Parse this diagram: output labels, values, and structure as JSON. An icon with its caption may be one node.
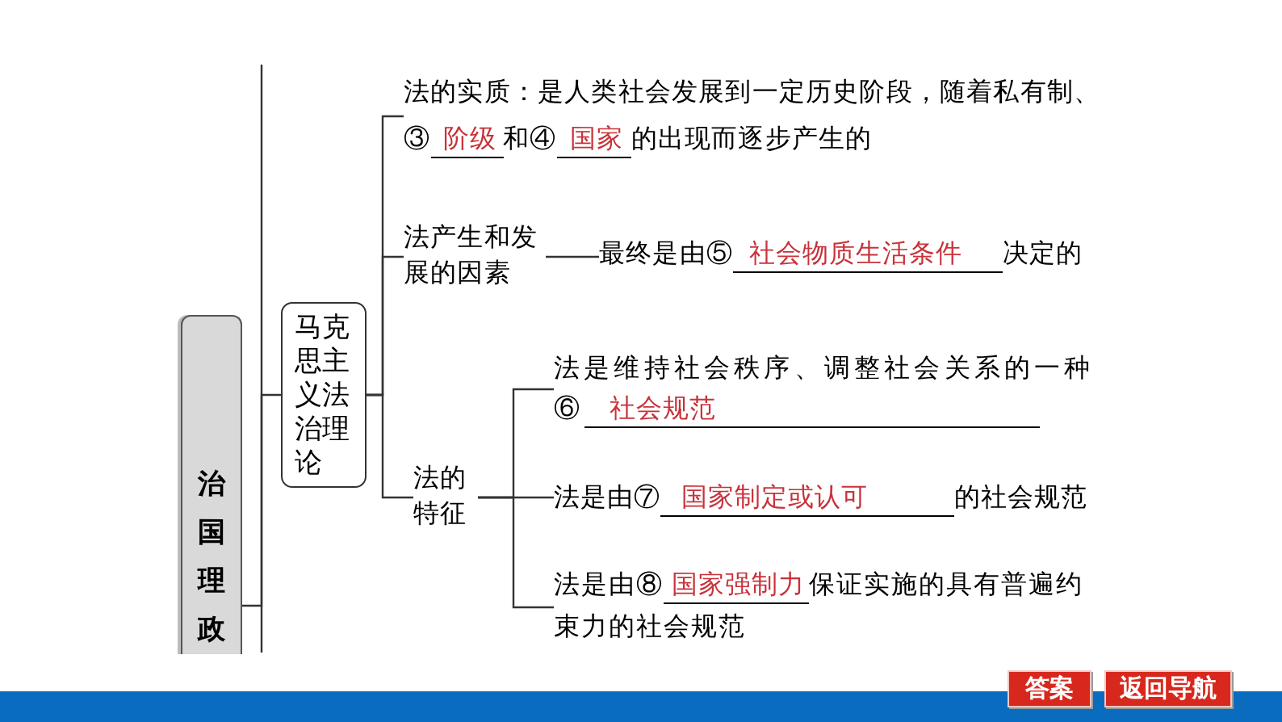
{
  "diagram": {
    "nodes": [
      {
        "text": [
          "治国理政"
        ]
      },
      {
        "text": [
          "马克思主义法治理论"
        ]
      },
      {
        "text": [
          "法的实质：是人类社会发展到一定历史阶段，随着私有制、③",
          "阶级",
          "和④",
          "国家",
          "的出现而逐步产生的"
        ]
      },
      {
        "text": [
          "法产生和发展的因素"
        ]
      },
      {
        "text": [
          "最终是由⑤",
          "社会物质生活条件",
          "决定的"
        ]
      },
      {
        "text": [
          "法的特征"
        ]
      },
      {
        "text": [
          "法是维持社会秩序、调整社会关系的一种⑥",
          "社会规范"
        ]
      },
      {
        "text": [
          "法是由⑦",
          "国家制定或认可",
          "的社会规范"
        ]
      },
      {
        "text": [
          "法是由⑧",
          "国家强制力",
          "保证实施的具有普遍约束力的社会规范"
        ]
      }
    ],
    "edges": [
      {
        "from": 0,
        "to": 1,
        "arrow": "none"
      },
      {
        "from": 1,
        "to": 2,
        "arrow": "none"
      },
      {
        "from": 1,
        "to": 3,
        "arrow": "none"
      },
      {
        "from": 1,
        "to": 5,
        "arrow": "none"
      },
      {
        "from": 3,
        "to": 4,
        "arrow": "none"
      },
      {
        "from": 5,
        "to": 6,
        "arrow": "none"
      },
      {
        "from": 5,
        "to": 7,
        "arrow": "none"
      },
      {
        "from": 5,
        "to": 8,
        "arrow": "none"
      }
    ],
    "labels": [
      "答案",
      "返回导航"
    ]
  }
}
